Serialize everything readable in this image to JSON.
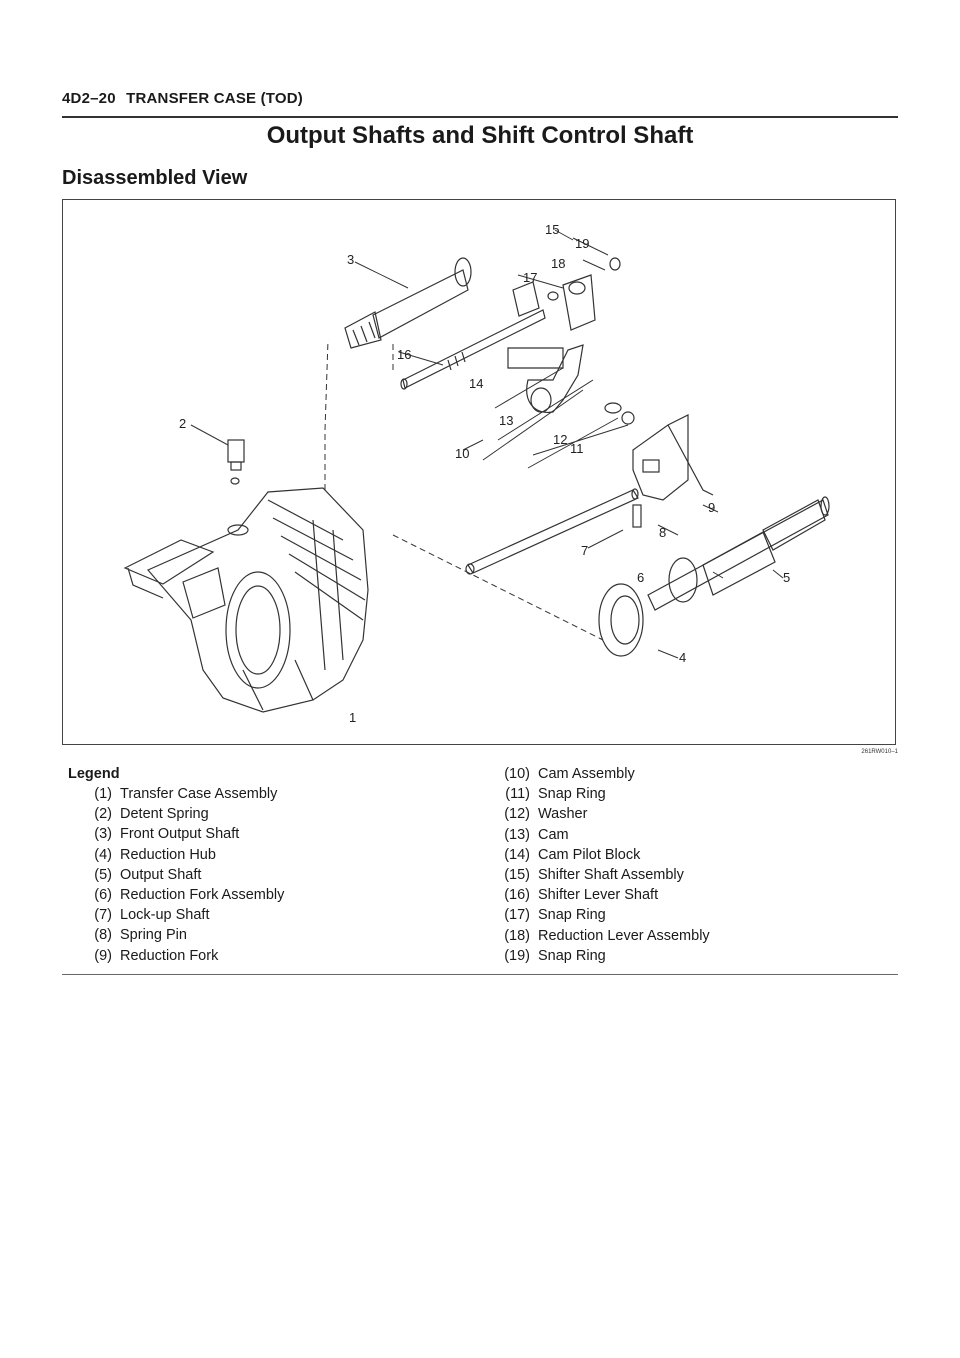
{
  "header": {
    "code": "4D2–20",
    "section": "TRANSFER CASE (TOD)"
  },
  "title": "Output Shafts and Shift Control Shaft",
  "subtitle": "Disassembled View",
  "figure": {
    "id": "261RW010–1",
    "callouts": [
      "1",
      "2",
      "3",
      "4",
      "5",
      "6",
      "7",
      "8",
      "9",
      "10",
      "11",
      "12",
      "13",
      "14",
      "15",
      "16",
      "17",
      "18",
      "19"
    ]
  },
  "legend": {
    "heading": "Legend",
    "left": [
      {
        "num": "(1)",
        "label": "Transfer Case Assembly"
      },
      {
        "num": "(2)",
        "label": "Detent Spring"
      },
      {
        "num": "(3)",
        "label": "Front Output Shaft"
      },
      {
        "num": "(4)",
        "label": "Reduction Hub"
      },
      {
        "num": "(5)",
        "label": "Output Shaft"
      },
      {
        "num": "(6)",
        "label": "Reduction Fork Assembly"
      },
      {
        "num": "(7)",
        "label": "Lock-up Shaft"
      },
      {
        "num": "(8)",
        "label": "Spring Pin"
      },
      {
        "num": "(9)",
        "label": "Reduction Fork"
      }
    ],
    "right": [
      {
        "num": "(10)",
        "label": "Cam Assembly"
      },
      {
        "num": "(11)",
        "label": "Snap Ring"
      },
      {
        "num": "(12)",
        "label": "Washer"
      },
      {
        "num": "(13)",
        "label": "Cam"
      },
      {
        "num": "(14)",
        "label": "Cam Pilot Block"
      },
      {
        "num": "(15)",
        "label": "Shifter Shaft Assembly"
      },
      {
        "num": "(16)",
        "label": "Shifter Lever Shaft"
      },
      {
        "num": "(17)",
        "label": "Snap Ring"
      },
      {
        "num": "(18)",
        "label": "Reduction Lever Assembly"
      },
      {
        "num": "(19)",
        "label": "Snap Ring"
      }
    ]
  }
}
